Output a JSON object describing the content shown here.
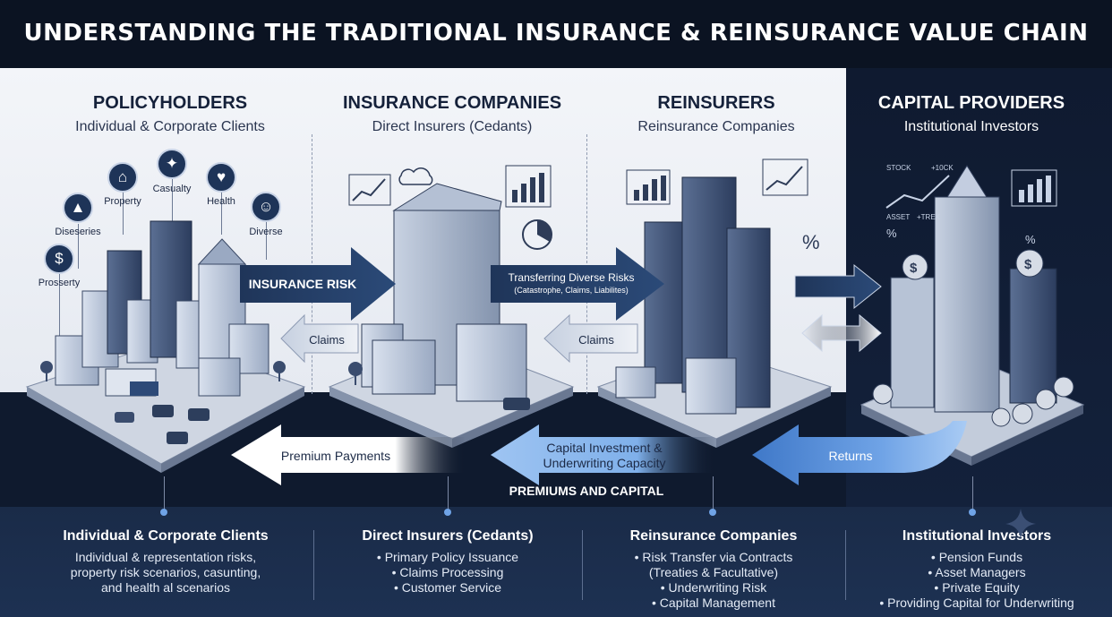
{
  "title": "UNDERSTANDING THE TRADITIONAL INSURANCE & REINSURANCE VALUE CHAIN",
  "columns": [
    {
      "title": "POLICYHOLDERS",
      "subtitle": "Individual & Corporate Clients"
    },
    {
      "title": "INSURANCE COMPANIES",
      "subtitle": "Direct Insurers (Cedants)"
    },
    {
      "title": "REINSURERS",
      "subtitle": "Reinsurance Companies"
    },
    {
      "title": "CAPITAL PROVIDERS",
      "subtitle": "Institutional Investors"
    }
  ],
  "risk_icons": [
    {
      "label": "Property",
      "icon": "house-icon",
      "glyph": "⌂"
    },
    {
      "label": "Casualty",
      "icon": "accident-icon",
      "glyph": "✦"
    },
    {
      "label": "Health",
      "icon": "heart-icon",
      "glyph": "♥"
    },
    {
      "label": "Diverse",
      "icon": "person-icon",
      "glyph": "☺"
    },
    {
      "label": "Diseseries",
      "icon": "factory-icon",
      "glyph": "▲"
    },
    {
      "label": "Prosserty",
      "icon": "hand-money-icon",
      "glyph": "$"
    }
  ],
  "flows": {
    "insurance_risk": "INSURANCE RISK",
    "transferring_title": "Transferring Diverse Risks",
    "transferring_sub": "(Catastrophe, Claims, Liabilites)",
    "claims_1": "Claims",
    "claims_2": "Claims",
    "premium_payments": "Premium Payments",
    "capital_investment_line1": "Capital Investment &",
    "capital_investment_line2": "Underwriting Capacity",
    "returns": "Returns",
    "premiums_and_capital": "PREMIUMS AND CAPITAL"
  },
  "chart_labels": {
    "stock": "STOCK",
    "stock_plus": "+10CK",
    "asset": "ASSET",
    "trek": "+TREK",
    "percent_1": "%",
    "percent_2": "%",
    "percent_3": "%"
  },
  "bottom": [
    {
      "title": "Individual & Corporate Clients",
      "lines": [
        "Individual & representation risks,",
        "property risk scenarios, casunting,",
        "and health al scenarios"
      ]
    },
    {
      "title": "Direct Insurers (Cedants)",
      "lines": [
        "• Primary Policy Issuance",
        "• Claims Processing",
        "• Customer Service"
      ]
    },
    {
      "title": "Reinsurance Companies",
      "lines": [
        "• Risk Transfer via Contracts",
        "(Treaties & Facultative)",
        "• Underwriting Risk",
        "• Capital Management"
      ]
    },
    {
      "title": "Institutional Investors",
      "lines": [
        "• Pension Funds",
        "• Asset Managers",
        "• Private Equity",
        "• Providing Capital for Underwriting"
      ]
    }
  ],
  "colors": {
    "navy": "#1e3458",
    "dark_bg": "#0f1a2e",
    "light_bg": "#eef1f6",
    "accent_blue": "#6fa3e6"
  }
}
